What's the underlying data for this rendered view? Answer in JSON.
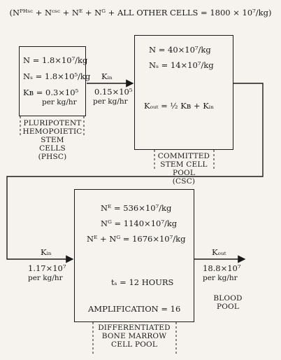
{
  "header": {
    "sum_formula": "(Nᴾᴴˢᶜ + Nᶜˢᶜ + Nᴱ + Nᴳ + ALL OTHER CELLS = 1800 × 10⁷/kg)"
  },
  "phsc": {
    "n": "N = 1.8×10⁷/kg",
    "ns": "Nₛ = 1.8×10⁵/kg",
    "kb": "Kʙ = 0.3×10⁵",
    "kb_unit": "per kg/hr",
    "label_lines": [
      "PLURIPOTENT",
      "HEMOPOIETIC",
      "STEM",
      "CELLS",
      "(PHSC)"
    ]
  },
  "flow1": {
    "kin_label": "Kᵢₙ",
    "value": "0.15×10⁵",
    "unit": "per kg/hr"
  },
  "csc": {
    "n": "N = 40×10⁷/kg",
    "ns": "Nₛ = 14×10⁷/kg",
    "kout": "Kₒᵤₜ = ½ Kʙ + Kᵢₙ",
    "label_lines": [
      "COMMITTED",
      "STEM CELL",
      "POOL",
      "(CSC)"
    ]
  },
  "flow2": {
    "kin_label": "Kᵢₙ",
    "value": "1.17×10⁷",
    "unit": "per kg/hr"
  },
  "marrow": {
    "ne": "Nᴱ = 536×10⁷/kg",
    "ng": "Nᴳ = 1140×10⁷/kg",
    "neng": "Nᴱ + Nᴳ = 1676×10⁷/kg",
    "ts": "tₛ = 12 HOURS",
    "amp": "AMPLIFICATION = 16",
    "label_lines": [
      "DIFFERENTIATED",
      "BONE MARROW",
      "CELL POOL"
    ]
  },
  "flow3": {
    "kout_label": "Kₒᵤₜ",
    "value": "18.8×10⁷",
    "unit": "per kg/hr"
  },
  "blood": {
    "label_lines": [
      "BLOOD",
      "POOL"
    ]
  }
}
